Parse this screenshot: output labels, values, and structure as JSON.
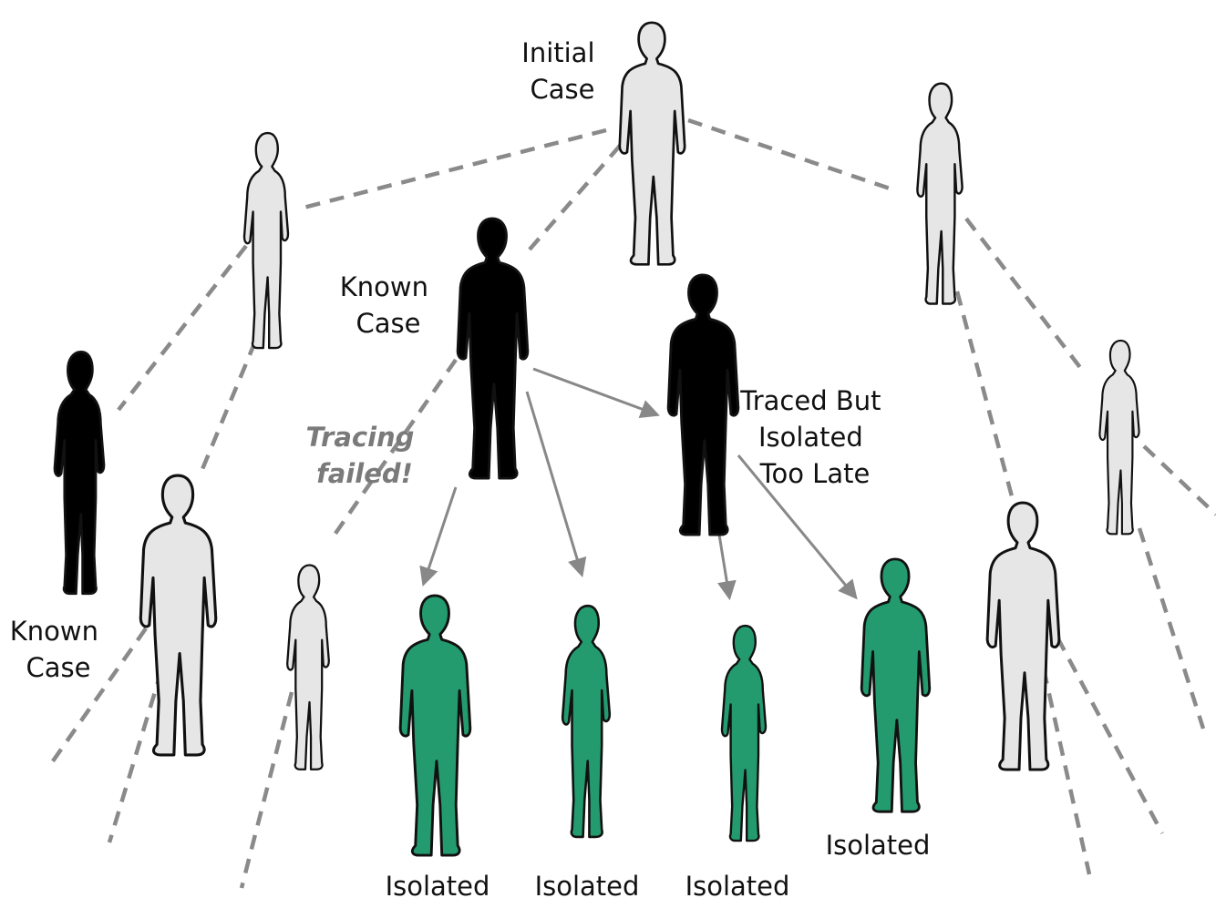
{
  "labels": {
    "initial_case": [
      "Initial",
      "Case"
    ],
    "known_case_center": [
      "Known",
      "Case"
    ],
    "known_case_left": [
      "Known",
      "Case"
    ],
    "traced_late": [
      "Traced But",
      "Isolated",
      "Too Late"
    ],
    "tracing_failed": [
      "Tracing",
      "failed!"
    ],
    "isolated_1": "Isolated",
    "isolated_2": "Isolated",
    "isolated_3": "Isolated",
    "isolated_4": "Isolated"
  },
  "colors": {
    "untraced_fill": "#e6e6e6",
    "known_case_fill": "#000000",
    "isolated_fill": "#239b6f",
    "outline": "#111111",
    "connector": "#8a8a8a",
    "arrow": "#888888",
    "failed_text": "#7a7a7a"
  },
  "legend_semantics": {
    "dashed_line": "untraced contact",
    "solid_arrow": "traced contact"
  }
}
